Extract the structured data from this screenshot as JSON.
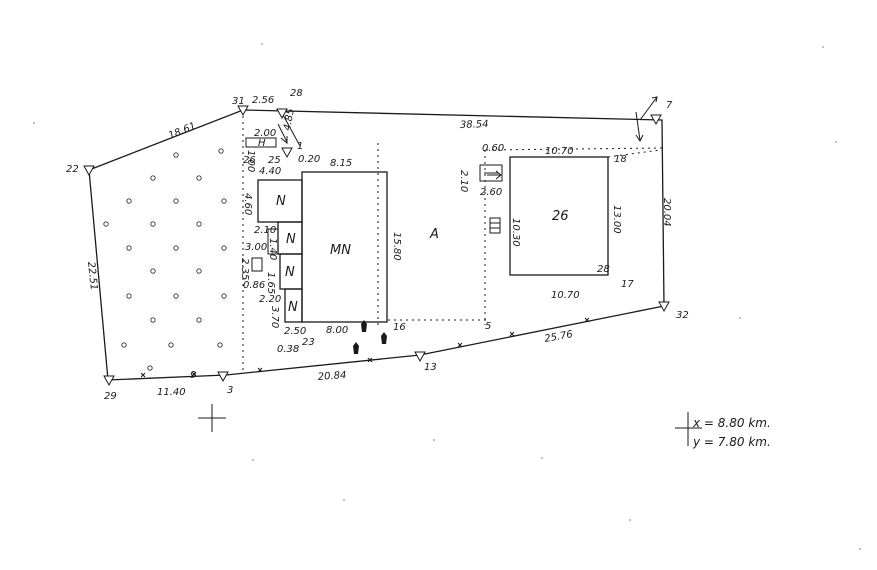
{
  "points": [
    {
      "id": "p22",
      "label": "22"
    },
    {
      "id": "p31",
      "label": "31"
    },
    {
      "id": "p28",
      "label": "28"
    },
    {
      "id": "p1",
      "label": "1"
    },
    {
      "id": "p7",
      "label": "7"
    },
    {
      "id": "p32",
      "label": "32"
    },
    {
      "id": "p13",
      "label": "13"
    },
    {
      "id": "p3",
      "label": "3"
    },
    {
      "id": "p29",
      "label": "29"
    },
    {
      "id": "p16",
      "label": "16"
    },
    {
      "id": "p23",
      "label": "23"
    },
    {
      "id": "p25",
      "label": "25"
    },
    {
      "id": "p26",
      "label": "26"
    },
    {
      "id": "p18",
      "label": "18"
    },
    {
      "id": "p17",
      "label": "17"
    },
    {
      "id": "p28b",
      "label": "28"
    },
    {
      "id": "p5",
      "label": "5"
    },
    {
      "id": "p9",
      "label": "9"
    }
  ],
  "dimensions": {
    "d1861": "18.61",
    "d256": "2.56",
    "d485": "4.85",
    "d3854": "38.54",
    "d2004": "20.04",
    "d2576": "25.76",
    "d2084": "20.84",
    "d1140": "11.40",
    "d2251": "22.51",
    "d200": "2.00",
    "d100": "1.00",
    "d440": "4.40",
    "d020": "0.20",
    "d815": "8.15",
    "d1580": "15.80",
    "d060": "0.60",
    "d1070t": "10.70",
    "d1070b": "10.70",
    "d1300": "13.00",
    "d1030": "10.30",
    "d210": "2.10",
    "d260": "2.60",
    "d460": "4.60",
    "d210b": "2.10",
    "d140": "1.40",
    "d300": "3.00",
    "d235": "2.35",
    "d086": "0.86",
    "d165": "1.65",
    "d220": "2.20",
    "d370": "3.70",
    "d250": "2.50",
    "d800": "8.00",
    "d038": "0.38"
  },
  "buildings": {
    "mn": "MN",
    "a": "A",
    "b26": "26",
    "n1": "N",
    "n2": "N",
    "n3": "N",
    "n4": "N",
    "nsmall": "H"
  },
  "coordinates": {
    "x": "x = 8.80 km.",
    "y": "y = 7.80 km."
  }
}
